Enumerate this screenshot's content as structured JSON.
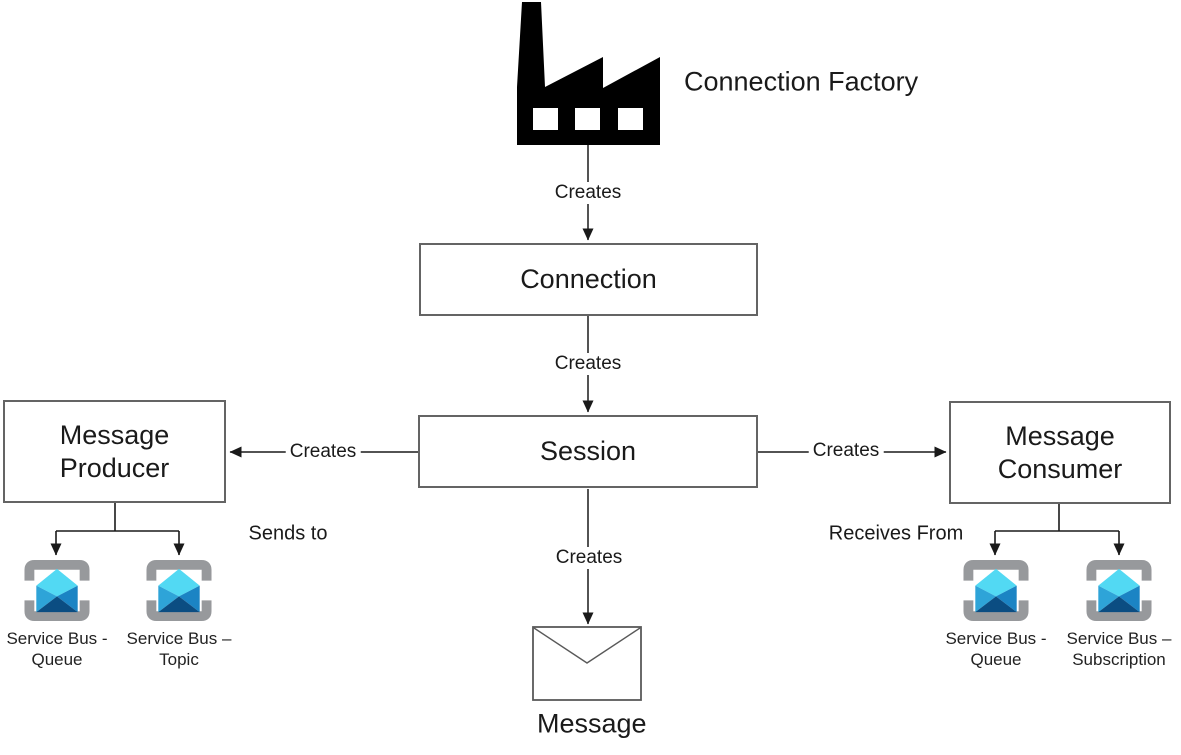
{
  "diagram": {
    "factory_label": "Connection Factory",
    "boxes": {
      "connection": "Connection",
      "session": "Session",
      "producer": {
        "line1": "Message",
        "line2": "Producer"
      },
      "consumer": {
        "line1": "Message",
        "line2": "Consumer"
      }
    },
    "message_label": "Message",
    "edge_labels": {
      "factory_creates": "Creates",
      "connection_creates": "Creates",
      "producer_creates": "Creates",
      "consumer_creates": "Creates",
      "message_creates": "Creates",
      "sends_to": "Sends to",
      "receives_from": "Receives From"
    },
    "service_bus": [
      {
        "id": "producer-queue",
        "line1": "Service Bus -",
        "line2": "Queue"
      },
      {
        "id": "producer-topic",
        "line1": "Service Bus –",
        "line2": "Topic"
      },
      {
        "id": "consumer-queue",
        "line1": "Service Bus -",
        "line2": "Queue"
      },
      {
        "id": "consumer-subscription",
        "line1": "Service Bus –",
        "line2": "Subscription"
      }
    ],
    "colors": {
      "factory_icon": "#000000",
      "box_border": "#646464",
      "connector_line": "#1a1a1a",
      "bracket_gray": "#97999c",
      "envelope_top": "#52d9f3",
      "envelope_left": "#2ea4d8",
      "envelope_right": "#1b84c4",
      "envelope_bottom": "#0b4d82"
    }
  }
}
